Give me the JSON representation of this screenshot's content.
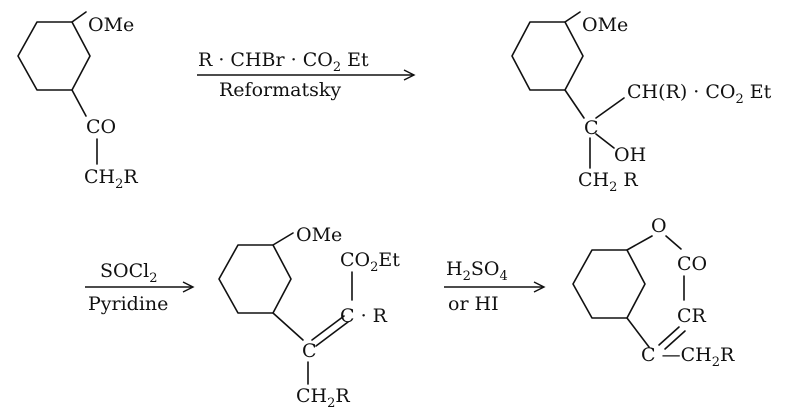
{
  "reaction1": {
    "reagent_top": "R · CHBr · CO",
    "reagent_top_sub": "2",
    "reagent_top_tail": " Et",
    "reagent_bottom": "Reformatsky"
  },
  "compound1": {
    "ome": "OMe",
    "co": "CO",
    "ch2r_ch": "CH",
    "ch2r_sub": "2",
    "ch2r_r": "R"
  },
  "compound2": {
    "ome": "OMe",
    "chr": "CH(R) · CO",
    "chr_sub": "2",
    "chr_tail": " Et",
    "c": "C",
    "oh": "OH",
    "ch2r_ch": "CH",
    "ch2r_sub": "2",
    "ch2r_r": " R"
  },
  "reaction2": {
    "reagent_top": "SOCl",
    "reagent_top_sub": "2",
    "reagent_bottom": "Pyridine"
  },
  "compound3": {
    "ome": "OMe",
    "co2et": "CO",
    "co2et_sub": "2",
    "co2et_tail": "Et",
    "cr": "C · R",
    "c": "C",
    "ch2r_ch": "CH",
    "ch2r_sub": "2",
    "ch2r_r": "R"
  },
  "reaction3": {
    "reagent_top": "H",
    "reagent_top_sub1": "2",
    "reagent_top_mid": "SO",
    "reagent_top_sub2": "4",
    "reagent_bottom": "or HI"
  },
  "compound4": {
    "o": "O",
    "co": "CO",
    "cr": "CR",
    "c_ch2r": "C —CH",
    "c_ch2r_sub": "2",
    "c_ch2r_r": "R"
  }
}
